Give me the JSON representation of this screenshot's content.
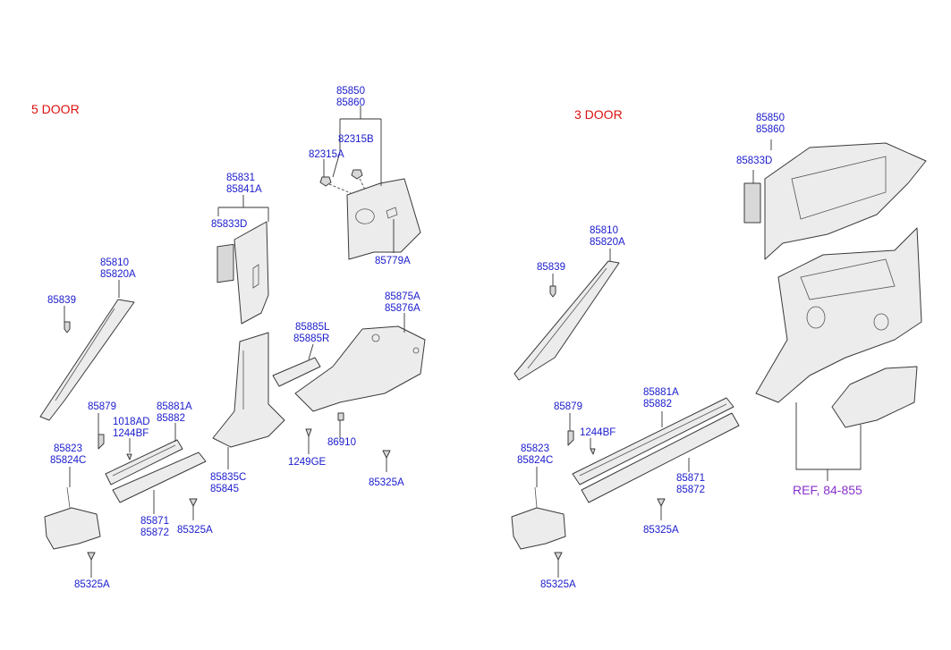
{
  "colors": {
    "part_label": "#1a1acc",
    "section_label": "#dd1111",
    "ref_label": "#8833cc",
    "line": "#333333"
  },
  "sections": {
    "five_door": "5 DOOR",
    "three_door": "3 DOOR"
  },
  "ref": "REF, 84-855",
  "labels": {
    "l_85850": "85850",
    "l_85860": "85860",
    "l_82315B": "82315B",
    "l_82315A": "82315A",
    "l_85779A": "85779A",
    "l_85831": "85831",
    "l_85841A": "85841A",
    "l_85833D": "85833D",
    "l_85810": "85810",
    "l_85820A": "85820A",
    "l_85839": "85839",
    "l_85875A": "85875A",
    "l_85876A": "85876A",
    "l_85885L": "85885L",
    "l_85885R": "85885R",
    "l_85879": "85879",
    "l_1018AD": "1018AD",
    "l_1244BF": "1244BF",
    "l_85881A": "85881A",
    "l_85882": "85882",
    "l_86910": "86910",
    "l_85823": "85823",
    "l_85824C": "85824C",
    "l_85835C": "85835C",
    "l_85845": "85845",
    "l_1249GE": "1249GE",
    "l_85325A": "85325A",
    "l_85871": "85871",
    "l_85872": "85872"
  }
}
